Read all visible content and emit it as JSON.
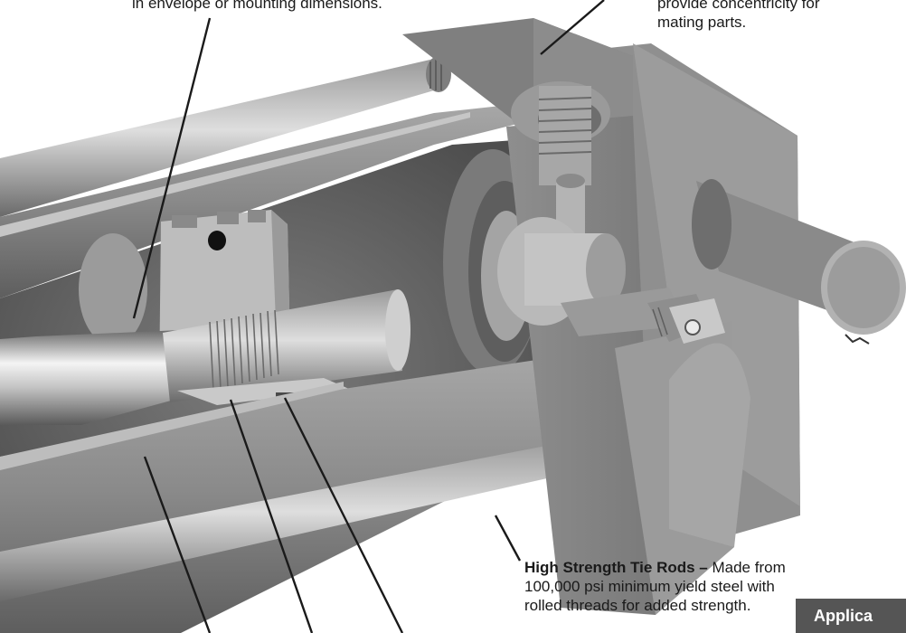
{
  "callouts": {
    "top_left_fragment": "in envelope or mounting dimensions.",
    "top_right_fragment_1": "provide concentricity for",
    "top_right_fragment_2": "mating parts.",
    "tie_rods_title": "High Strength Tie Rods –",
    "tie_rods_line1_rest": " Made from",
    "tie_rods_line2": "100,000 psi minimum yield steel with",
    "tie_rods_line3": "rolled threads for added strength."
  },
  "tab": {
    "label": "Applica"
  },
  "colors": {
    "background": "#ffffff",
    "metal_dark": "#6e6e6e",
    "metal_mid": "#8c8c8c",
    "metal_light": "#b5b5b5",
    "leader": "#1a1a1a",
    "tab_bg": "#555555"
  }
}
